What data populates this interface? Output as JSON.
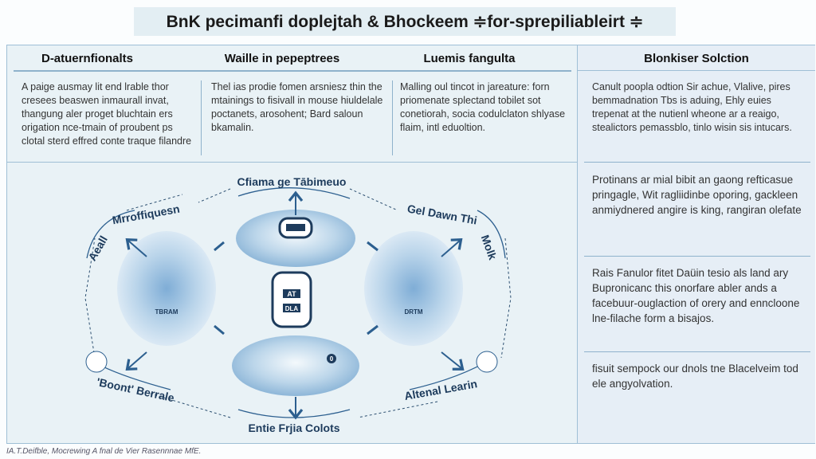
{
  "title": "BnK pecimanfi doplejtah & Bhockeem ≑for-sprepiliableirt ≑",
  "columns": [
    {
      "header": "D-atuernfionalts",
      "text": "A paige ausmay lit end lrable thor cresees beaswen inmaurall invat, thangung aler proget bluchtain ers origation nce-tmain of proubent ps clotal sterd effred conte traque filandre"
    },
    {
      "header": "Waille in pepeptrees",
      "text": "Thel ias prodie fomen arsniesz thin the mtainings to fisivall in mouse hiuldelale poctanets, arosohent; Bard saloun bkamalin."
    },
    {
      "header": "Luemis fangulta",
      "text": "Malling oul tincot in jareature: forn priomenate splectand tobilet sot conetiorah, socia codulclaton shlyase flaim, intl eduoltion."
    }
  ],
  "right": {
    "header": "Blonkiser Solction",
    "intro": "Canult poopla odtion Sir achue, Vlalive, pires bemmadnation Tbs is aduing, Ehly euies trepenat at the nutienl wheone ar a reaigo, stealictors pemassblo, tinlo wisin sis intucars.",
    "sections": [
      "Protinans ar mial bibit an gaong refticasue pringagle, Wit ragliidinbe oporing, gackleen anmiydnered angire is king, rangiran olefate",
      "Rais Fanulor fitet Daüin tesio als land ary Bupronicanc this onorfare abler ands a facebuur-ouglaction of orery and enncloone lne-filache form a bisajos.",
      "fisuit sempock our dnols tne Blacelveim tod ele angyolvation."
    ]
  },
  "diagram": {
    "top": "Cfiama ge Tābimeuo",
    "top_left": "Mrroffiquesn",
    "top_left2": "Aeall",
    "top_right": "Gel Dawn Thi",
    "top_right2": "Molk",
    "bottom_left": "'Boont' Berrale",
    "bottom_right": "Altenal Learin",
    "bottom": "Entie Frjia Colots",
    "device_a": "AT",
    "device_b": "DLA",
    "left_blob": "TBRAM",
    "right_blob": "DRTM",
    "badge": "0"
  },
  "footer": "IA.T.Deifble, Mocrewing A fnal de Vier Rasennnae MfE.",
  "colors": {
    "accent": "#2c5f8f",
    "panel": "#e9f2f6",
    "line": "#8fb2cc"
  }
}
